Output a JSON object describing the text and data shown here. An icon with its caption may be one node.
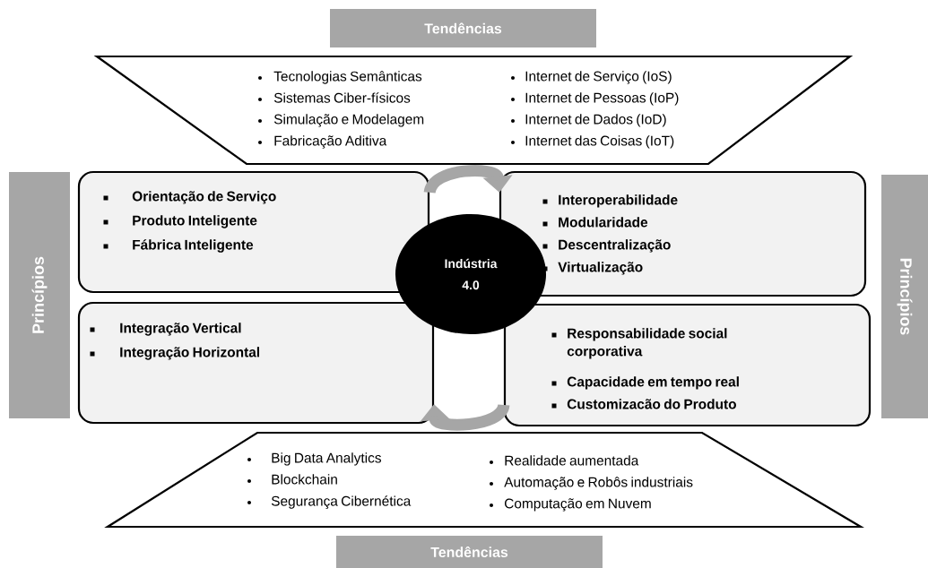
{
  "diagram": {
    "nodes": [
      {
        "text": [
          "Tendências"
        ]
      },
      {
        "text": [
          "Tecnologias Semânticas",
          "Sistemas Ciber-físicos",
          "Simulação e Modelagem",
          "Fabricação Aditiva",
          "Internet de Serviço (IoS)",
          "Internet de Pessoas (IoP)",
          "Internet de Dados (IoD)",
          "Internet das Coisas (IoT)"
        ]
      },
      {
        "text": [
          "Princípios"
        ]
      },
      {
        "text": [
          "Princípios"
        ]
      },
      {
        "text": [
          "Orientação de Serviço",
          "Produto Inteligente",
          "Fábrica Inteligente"
        ]
      },
      {
        "text": [
          "Interoperabilidade",
          "Modularidade",
          "Descentralização",
          "Virtualização"
        ]
      },
      {
        "text": [
          "Integração Vertical",
          "Integração Horizontal"
        ]
      },
      {
        "text": [
          "Responsabilidade social corporativa",
          "Capacidade em tempo real",
          "Customizacão do Produto"
        ]
      },
      {
        "text": [
          "Indústria 4.0"
        ]
      },
      {
        "text": [
          "Big Data Analytics",
          "Blockchain",
          "Segurança Cibernética",
          "Realidade aumentada",
          "Automação e Robôs industriais",
          "Computação em Nuvem"
        ]
      },
      {
        "text": [
          "Tendências"
        ]
      }
    ],
    "edges": [
      {
        "from": 4,
        "to": 5,
        "arrow": "to"
      },
      {
        "from": 7,
        "to": 6,
        "arrow": "to"
      }
    ]
  }
}
